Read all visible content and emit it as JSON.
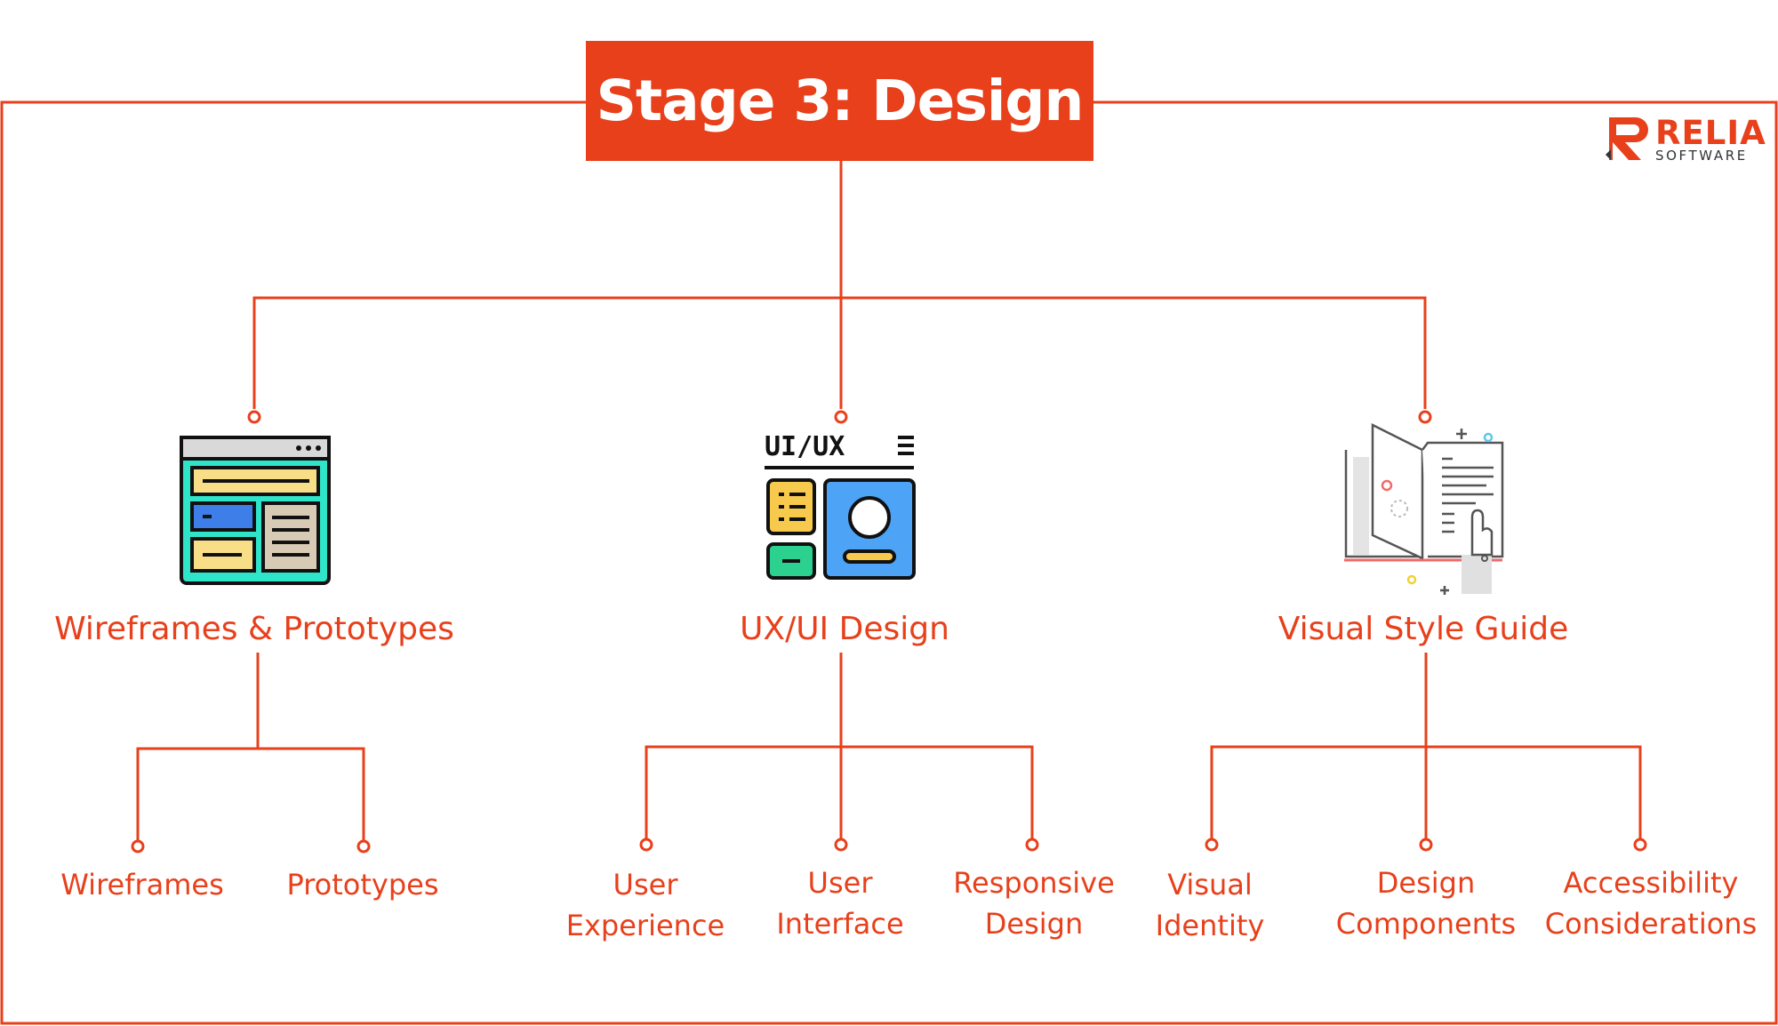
{
  "title": "Stage 3: Design",
  "logo": {
    "word": "RELIA",
    "sub": "SOFTWARE"
  },
  "colors": {
    "accent": "#e8401b",
    "text_on_accent": "#ffffff"
  },
  "categories": [
    {
      "label": "Wireframes & Prototypes",
      "icon": "wireframe-window-icon",
      "children": [
        {
          "lines": [
            "Wireframes"
          ]
        },
        {
          "lines": [
            "Prototypes"
          ]
        }
      ]
    },
    {
      "label": "UX/UI Design",
      "icon": "ui-ux-layout-icon",
      "icon_text": "UI/UX",
      "children": [
        {
          "lines": [
            "User",
            "Experience"
          ]
        },
        {
          "lines": [
            "User",
            "Interface"
          ]
        },
        {
          "lines": [
            "Responsive",
            "Design"
          ]
        }
      ]
    },
    {
      "label": "Visual Style Guide",
      "icon": "style-guide-book-icon",
      "children": [
        {
          "lines": [
            "Visual",
            "Identity"
          ]
        },
        {
          "lines": [
            "Design",
            "Components"
          ]
        },
        {
          "lines": [
            "Accessibility",
            "Considerations"
          ]
        }
      ]
    }
  ]
}
